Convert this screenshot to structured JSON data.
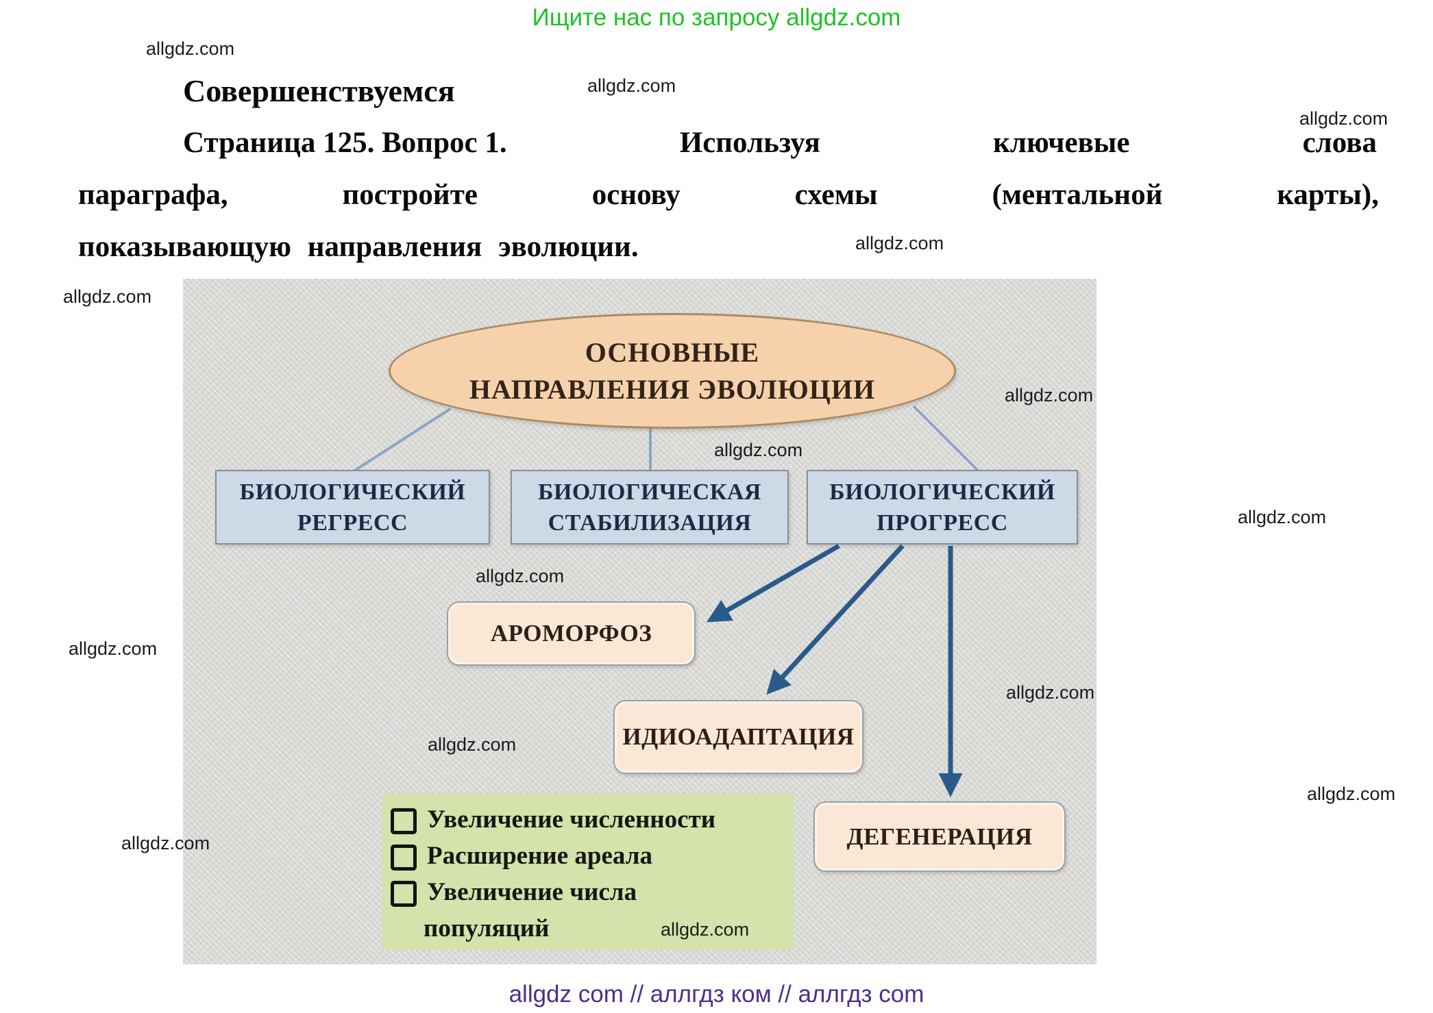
{
  "header": {
    "promo": "Ищите нас по запросу allgdz.com"
  },
  "watermark": {
    "label": "allgdz.com"
  },
  "question": {
    "section_title": "Совершенствуемся",
    "line2": [
      "Страница 125. Вопрос 1.",
      "Используя",
      "ключевые",
      "слова"
    ],
    "line3": [
      "параграфа,",
      "постройте",
      "основу",
      "схемы",
      "(ментальной",
      "карты),"
    ],
    "line4": "показывающую направления эволюции."
  },
  "diagram": {
    "root": {
      "line1": "ОСНОВНЫЕ",
      "line2": "НАПРАВЛЕНИЯ ЭВОЛЮЦИИ"
    },
    "level1": [
      {
        "line1": "БИОЛОГИЧЕСКИЙ",
        "line2": "РЕГРЕСС"
      },
      {
        "line1": "БИОЛОГИЧЕСКАЯ",
        "line2": "СТАБИЛИЗАЦИЯ"
      },
      {
        "line1": "БИОЛОГИЧЕСКИЙ",
        "line2": "ПРОГРЕСС"
      }
    ],
    "level2": [
      "АРОМОРФОЗ",
      "ИДИОАДАПТАЦИЯ",
      "ДЕГЕНЕРАЦИЯ"
    ],
    "checklist": [
      "Увеличение численности",
      "Расширение ареала",
      "Увеличение числа",
      "популяций"
    ],
    "colors": {
      "diagram_bg": "#d9d9d6",
      "ellipse_fill": "#f6d2ac",
      "ellipse_border": "#ad8a60",
      "blue_box_fill": "#cdd9e6",
      "blue_box_border": "#868e99",
      "blue_box_text": "#1b2a47",
      "peach_box_fill": "#fbe7d5",
      "peach_box_border": "#9aa0a8",
      "green_box_fill": "#d4e2ac",
      "connector_line": "#8ca6c0",
      "arrow": "#2a5a8a",
      "promo_green": "#1ec324",
      "footer_purple": "#4f2d8c",
      "watermark_black": "#1b1b1b"
    }
  },
  "footer": {
    "text": "allgdz com  //  аллгдз ком  //  аллгдз com"
  }
}
